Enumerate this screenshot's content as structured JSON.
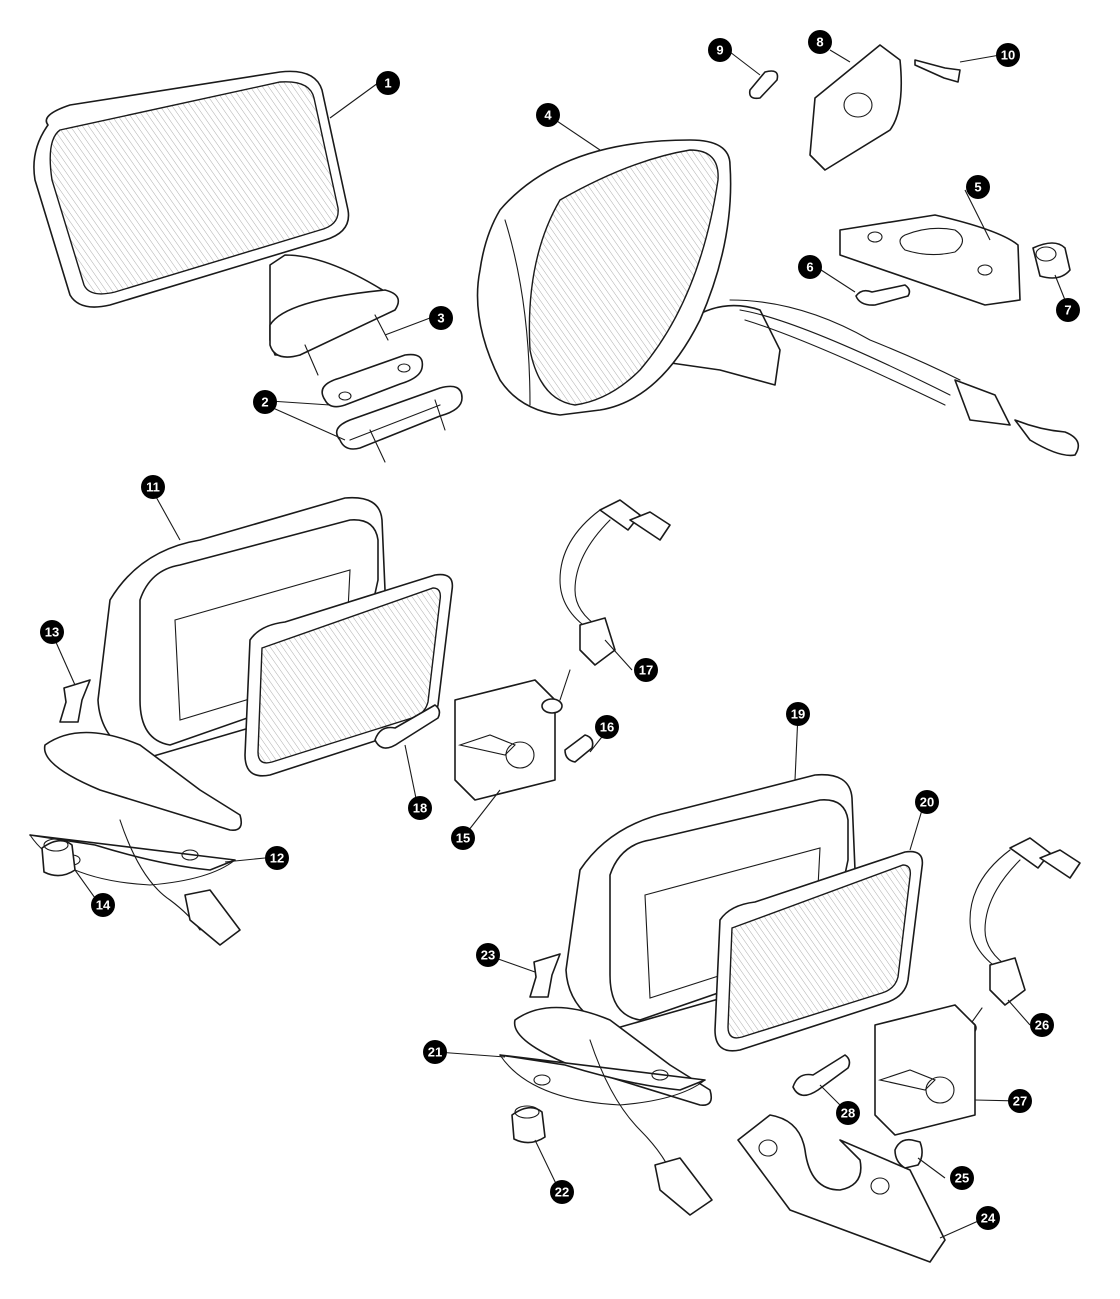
{
  "callouts": [
    {
      "label": "1"
    },
    {
      "label": "2"
    },
    {
      "label": "3"
    },
    {
      "label": "4"
    },
    {
      "label": "5"
    },
    {
      "label": "6"
    },
    {
      "label": "7"
    },
    {
      "label": "8"
    },
    {
      "label": "9"
    },
    {
      "label": "10"
    },
    {
      "label": "11"
    },
    {
      "label": "12"
    },
    {
      "label": "13"
    },
    {
      "label": "14"
    },
    {
      "label": "15"
    },
    {
      "label": "16"
    },
    {
      "label": "17"
    },
    {
      "label": "18"
    },
    {
      "label": "19"
    },
    {
      "label": "20"
    },
    {
      "label": "21"
    },
    {
      "label": "22"
    },
    {
      "label": "23"
    },
    {
      "label": "24"
    },
    {
      "label": "25"
    },
    {
      "label": "26"
    },
    {
      "label": "27"
    },
    {
      "label": "28"
    }
  ],
  "colors": {
    "line": "#1a1a1a",
    "callout_fill": "#000000",
    "callout_text": "#ffffff",
    "background": "#ffffff"
  }
}
